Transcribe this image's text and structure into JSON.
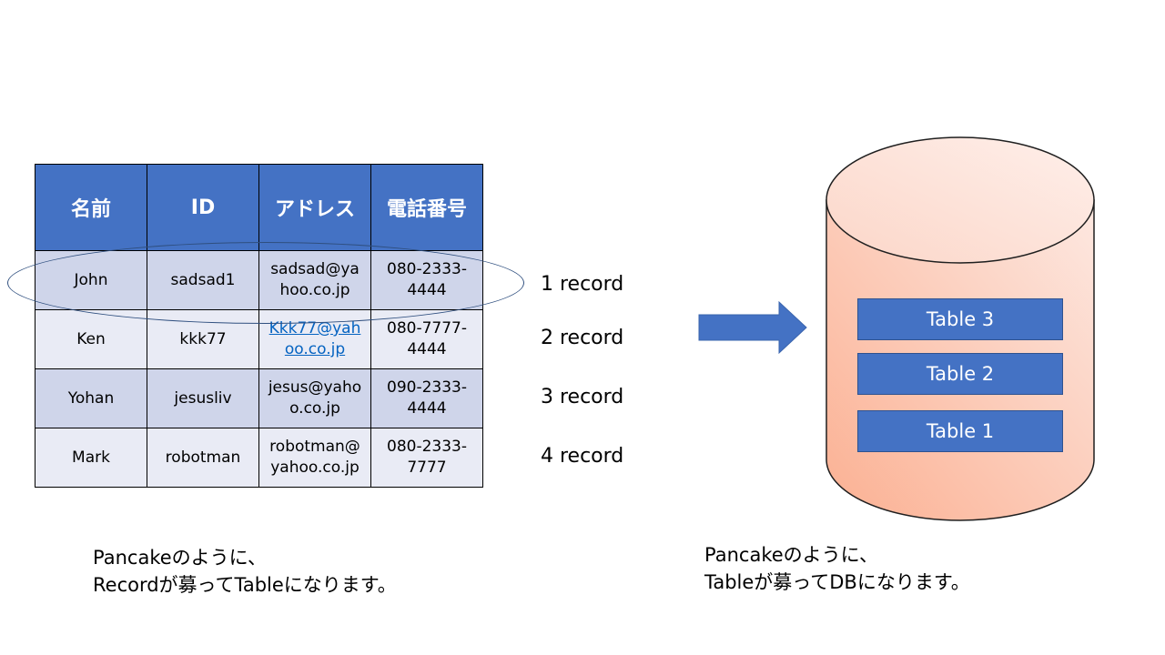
{
  "table": {
    "headers": [
      "名前",
      "ID",
      "アドレス",
      "電話番号"
    ],
    "rows": [
      {
        "name": "John",
        "id": "sadsad1",
        "address": [
          "sadsad@ya",
          "hoo.co.jp"
        ],
        "phone": [
          "080-2333-",
          "4444"
        ]
      },
      {
        "name": "Ken",
        "id": "kkk77",
        "address": [
          "Kkk77@yah",
          "oo.co.jp"
        ],
        "phone": [
          "080-7777-",
          "4444"
        ]
      },
      {
        "name": "Yohan",
        "id": "jesusliv",
        "address": [
          "jesus@yaho",
          "o.co.jp"
        ],
        "phone": [
          "090-2333-",
          "4444"
        ]
      },
      {
        "name": "Mark",
        "id": "robotman",
        "address": [
          "robotman@",
          "yahoo.co.jp"
        ],
        "phone": [
          "080-2333-",
          "7777"
        ]
      }
    ]
  },
  "records": [
    "1 record",
    "2 record",
    "3 record",
    "4 record"
  ],
  "database": {
    "tables": [
      "Table 3",
      "Table 2",
      "Table 1"
    ]
  },
  "captions": {
    "left": [
      "Pancakeのように、",
      "Recordが募ってTableになります。"
    ],
    "right": [
      "Pancakeのように、",
      "Tableが募ってDBになります。"
    ]
  },
  "colors": {
    "header_fill": "#4472c4",
    "row_dark": "#cfd5ea",
    "row_light": "#e9ebf5",
    "link": "#0563c1",
    "cylinder_top": "#fde3db",
    "cylinder_bottom": "#fbb499"
  }
}
